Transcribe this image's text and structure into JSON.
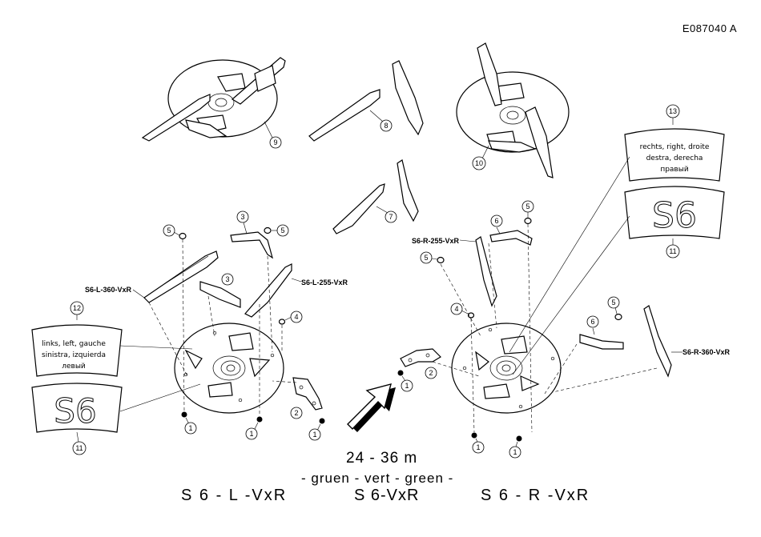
{
  "header": {
    "drawing_id": "E087040  A"
  },
  "footer": {
    "spread_range": "24 - 36 m",
    "color_line": "- gruen - vert - green -",
    "model_left": "S 6 - L -VxR",
    "model_center": "S 6-VxR",
    "model_right": "S 6 - R -VxR"
  },
  "part_labels": {
    "vane_l_360": "S6-L-360-VxR",
    "vane_l_255": "S6-L-255-VxR",
    "vane_r_255": "S6-R-255-VxR",
    "vane_r_360": "S6-R-360-VxR"
  },
  "decals": {
    "left_text_lines": [
      "links, left, gauche",
      "sinistra, izquierda",
      "левый"
    ],
    "right_text_lines": [
      "rechts, right, droite",
      "destra, derecha",
      "правый"
    ],
    "s6_logo": "S6"
  },
  "callouts": {
    "n1": "1",
    "n2": "2",
    "n3": "3",
    "n4": "4",
    "n5": "5",
    "n6": "6",
    "n7": "7",
    "n8": "8",
    "n9": "9",
    "n10": "10",
    "n11": "11",
    "n12": "12",
    "n13": "13"
  }
}
